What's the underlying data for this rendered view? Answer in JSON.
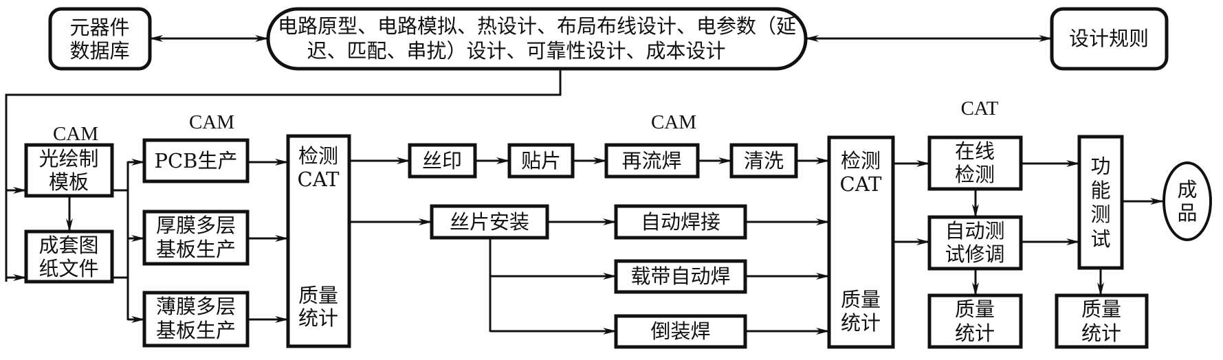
{
  "diagram": {
    "title": "Manufacturing and test flow (CAD / CAM / CAT)",
    "line_color": "#111111",
    "background": "#ffffff",
    "top_row": {
      "component_db": [
        "元器件",
        "数据库"
      ],
      "design_oval": [
        "电路原型、电路模拟、热设计、布局布线设计、电参数（延",
        "迟、匹配、串扰）设计、可靠性设计、成本设计"
      ],
      "design_rules": [
        "设计规则"
      ]
    },
    "section_labels": {
      "cam_1": "CAM",
      "cam_2": "CAM",
      "cam_3": "CAM",
      "cat_1": "CAT"
    },
    "nodes": {
      "photoplot_mask": [
        "光绘制",
        "模板"
      ],
      "drawing_files": [
        "成套图",
        "纸文件"
      ],
      "pcb_production": [
        "PCB生产"
      ],
      "thick_film": [
        "厚膜多层",
        "基板生产"
      ],
      "thin_film": [
        "薄膜多层",
        "基板生产"
      ],
      "inspect_1_top": [
        "检测",
        "CAT"
      ],
      "inspect_1_bottom": [
        "质量",
        "统计"
      ],
      "screen_print": [
        "丝印"
      ],
      "pick_place": [
        "贴片"
      ],
      "reflow": [
        "再流焊"
      ],
      "cleaning": [
        "清洗"
      ],
      "die_mount": [
        "丝片安装"
      ],
      "auto_bonding": [
        "自动焊接"
      ],
      "tab_bonding": [
        "载带自动焊"
      ],
      "flip_chip": [
        "倒装焊"
      ],
      "inspect_2_top": [
        "检测",
        "CAT"
      ],
      "inspect_2_bottom": [
        "质量",
        "统计"
      ],
      "online_inspect": [
        "在线",
        "检测"
      ],
      "auto_test_trim": [
        "自动测",
        "试修调"
      ],
      "quality_stats_1": [
        "质量",
        "统计"
      ],
      "function_test": [
        "功",
        "能",
        "测",
        "试"
      ],
      "quality_stats_2": [
        "质量",
        "统计"
      ],
      "finished_product": [
        "成",
        "品"
      ]
    }
  }
}
